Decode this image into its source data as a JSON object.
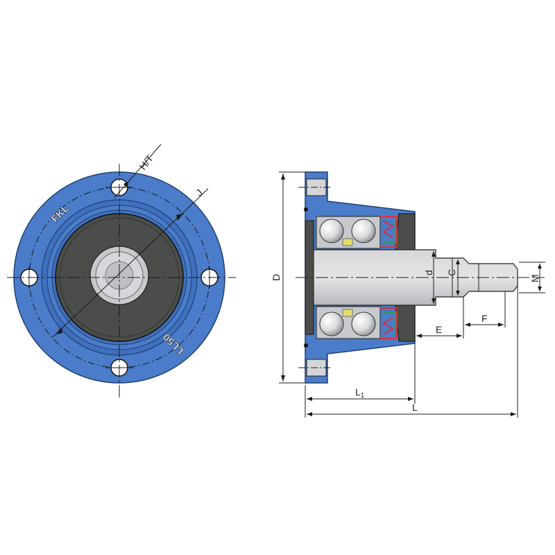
{
  "front_view": {
    "logo_text": "FKL",
    "model_text": "LL50",
    "labels": {
      "bolt_hole": "H/T",
      "bolt_circle": "J"
    }
  },
  "side_view": {
    "labels": {
      "flange_diameter": "D",
      "bore_diameter": "d",
      "shaft_diameter": "C",
      "thread_diameter": "M",
      "length_e": "E",
      "length_f": "F",
      "length_l1": "L",
      "length_l1_subscript": "1",
      "overall_length": "L"
    }
  },
  "colors": {
    "housing_blue": "#4a7cc9",
    "housing_blue_dark": "#2f5fa8",
    "seal_dark": "#4a4d4a",
    "shaft_gray": "#c8c9cc",
    "seal_red": "#d4343a",
    "seal_green": "#2f9a4a",
    "cage_yellow": "#e4dd6a"
  }
}
